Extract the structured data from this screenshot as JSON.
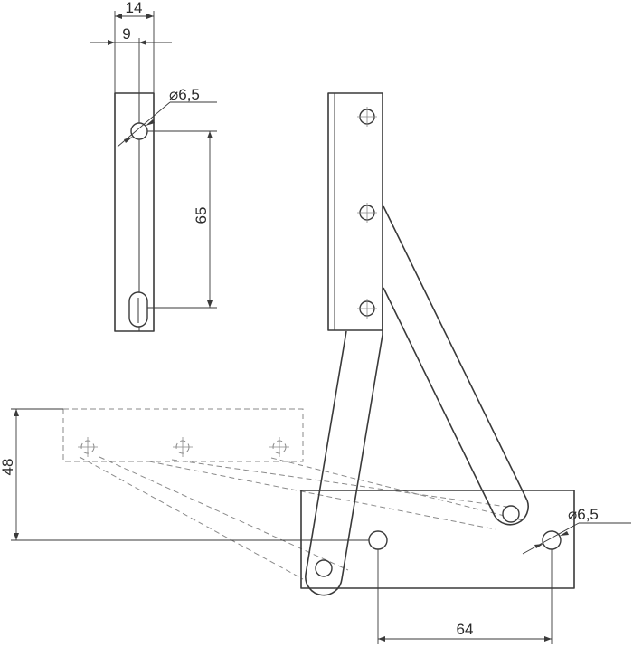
{
  "dimensions": {
    "width_total": "14",
    "width_inner": "9",
    "hole_dia_top": "⌀6,5",
    "hole_spacing": "65",
    "height_offset": "48",
    "base_spacing": "64",
    "hole_dia_base": "⌀6,5"
  }
}
